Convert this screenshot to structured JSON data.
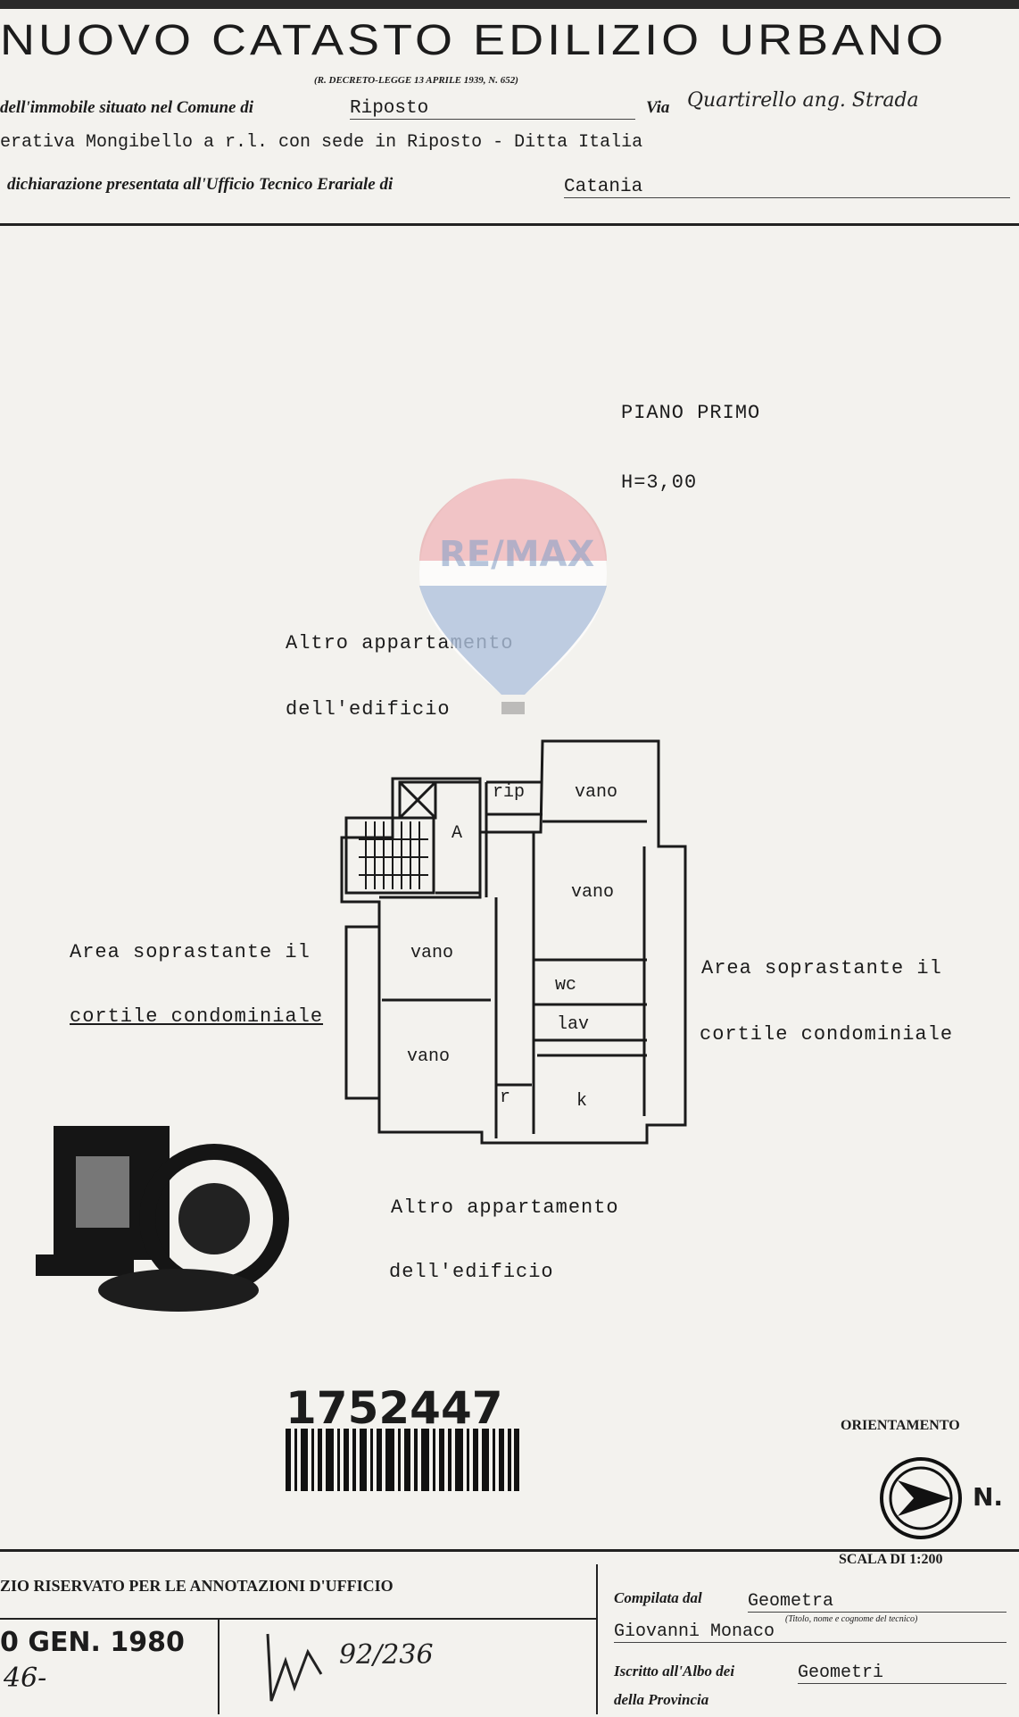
{
  "header": {
    "title": "NUOVO CATASTO EDILIZIO URBANO",
    "decree": "(R. DECRETO-LEGGE 13 APRILE 1939, N. 652)",
    "line1_prefix": "dell'immobile situato nel Comune di",
    "comune": "Riposto",
    "via_label": "Via",
    "via_value": "Quartirello ang. Strada",
    "line2": "erativa Mongibello a r.l. con sede in Riposto - Ditta Italia",
    "line3_prefix": "dichiarazione presentata all'Ufficio Tecnico Erariale di",
    "ufficio": "Catania"
  },
  "plan": {
    "floor": "PIANO PRIMO",
    "height": "H=3,00",
    "top_label_1": "Altro appartamento",
    "top_label_2": "dell'edificio",
    "left_label_1": "Area soprastante il",
    "left_label_2": "cortile condominiale",
    "right_label_1": "Area soprastante il",
    "right_label_2": "cortile condominiale",
    "bottom_label_1": "Altro appartamento",
    "bottom_label_2": "dell'edificio",
    "rooms": {
      "rip": "rip",
      "a": "A",
      "vano1": "vano",
      "vano2": "vano",
      "vano3": "vano",
      "vano4": "vano",
      "wc": "wc",
      "lav": "lav",
      "r": "r",
      "k": "k"
    }
  },
  "watermark": {
    "brand": "RE/MAX"
  },
  "barcode": {
    "number": "1752447"
  },
  "orientation": {
    "label": "ORIENTAMENTO",
    "north": "N.",
    "scale": "SCALA DI 1:200"
  },
  "footer": {
    "reserved": "ZIO RISERVATO PER LE ANNOTAZIONI D'UFFICIO",
    "date_stamp": "0 GEN. 1980",
    "number": "46-",
    "handwritten_ref": "92/236",
    "compiled_by_label": "Compilata dal",
    "compiled_by": "Geometra",
    "small_note": "(Titolo, nome e cognome del tecnico)",
    "name": "Giovanni Monaco",
    "albo_label": "Iscritto all'Albo dei",
    "albo_value": "Geometri",
    "province_label": "della Provincia"
  },
  "colors": {
    "paper": "#f3f2ee",
    "ink": "#1c1c1c",
    "remax_red": "#d64550",
    "remax_blue": "#2f5fa8"
  }
}
